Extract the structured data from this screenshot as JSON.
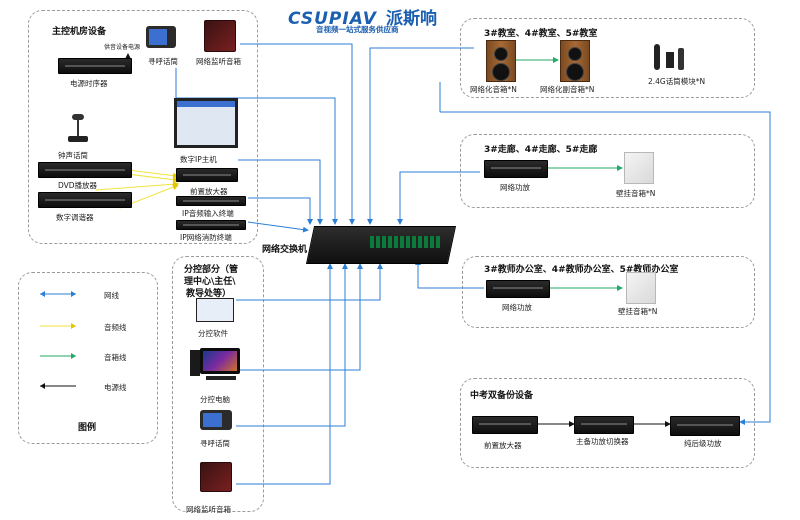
{
  "header": {
    "brand": "CSUPIAV",
    "brand_cn": "派斯响",
    "slogan": "音视频一站式服务供应商"
  },
  "main_room": {
    "title": "主控机房设备",
    "power_supply_note": "供音设备电源",
    "power_sequencer": "电源时序器",
    "paging_mic": "寻呼话筒",
    "net_monitor_speaker": "网络监听音箱",
    "bell_mic": "钟声话筒",
    "dvd": "DVD播放器",
    "tuner": "数字调谐器",
    "ip_host": "数字IP主机",
    "preamp": "前置放大器",
    "ip_audio_input": "IP音频输入终端",
    "ip_fire_terminal": "IP网络消防终端"
  },
  "switch": {
    "label": "网络交换机"
  },
  "classroom": {
    "title": "3#教室、4#教室、5#教室",
    "main_speaker": "网络化音箱*N",
    "sub_speaker": "网络化副音箱*N",
    "mic_module": "2.4G话筒模块*N"
  },
  "corridor": {
    "title": "3#走廊、4#走廊、5#走廊",
    "amp": "网络功放",
    "speaker": "壁挂音箱*N"
  },
  "office": {
    "title": "3#教师办公室、4#教师办公室、5#教师办公室",
    "amp": "网络功放",
    "speaker": "壁挂音箱*N"
  },
  "exam": {
    "title": "中考双备份设备",
    "preamp": "前置放大器",
    "switcher": "主备功放切换器",
    "amp": "纯后级功放"
  },
  "branch": {
    "title_l1": "分控部分（管",
    "title_l2": "理中心\\主任\\",
    "title_l3": "教导处等）",
    "software": "分控软件",
    "pc": "分控电脑",
    "paging_mic": "寻呼话筒",
    "net_monitor_speaker": "网络监听音箱"
  },
  "legend": {
    "title": "图例",
    "items": [
      {
        "label": "网线",
        "color": "#2b7fd6"
      },
      {
        "label": "音频线",
        "color": "#f2e23a"
      },
      {
        "label": "音箱线",
        "color": "#23a866"
      },
      {
        "label": "电源线",
        "color": "#111111"
      }
    ]
  }
}
